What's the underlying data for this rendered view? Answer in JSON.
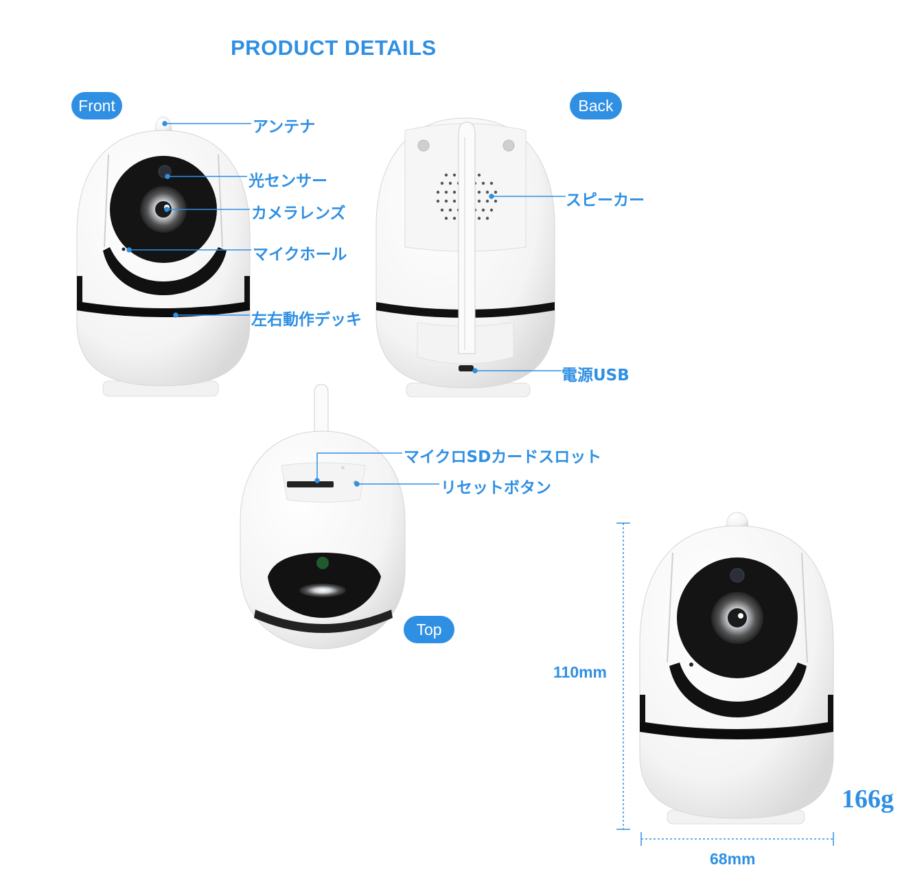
{
  "title": "PRODUCT DETAILS",
  "views": {
    "front": "Front",
    "back": "Back",
    "top": "Top"
  },
  "front_labels": {
    "antenna": "アンテナ",
    "light_sensor": "光センサー",
    "camera_lens": "カメラレンズ",
    "mic_hole": "マイクホール",
    "pan_deck": "左右動作デッキ"
  },
  "back_labels": {
    "speaker": "スピーカー",
    "power_usb": "電源USB"
  },
  "top_labels": {
    "sd_slot": "マイクロSDカードスロット",
    "reset_button": "リセットボタン"
  },
  "specs": {
    "height": "110mm",
    "width": "68mm",
    "weight": "166g"
  },
  "colors": {
    "accent": "#2f8fe3",
    "body": "#ffffff",
    "lens": "#111111"
  }
}
